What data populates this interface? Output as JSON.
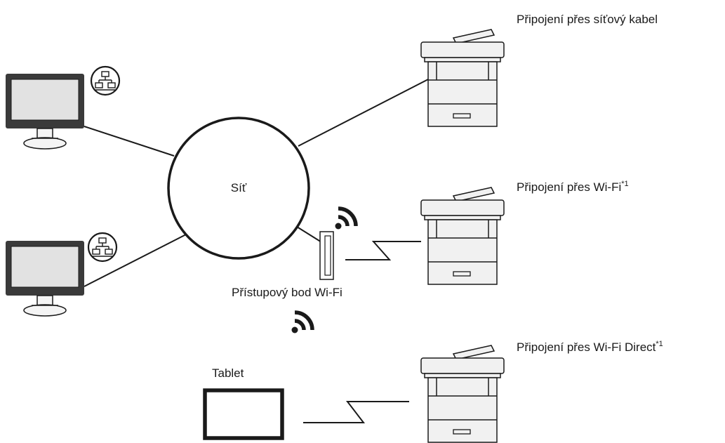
{
  "network_label": "Síť",
  "access_point_label": "Přístupový bod Wi-Fi",
  "tablet_label": "Tablet",
  "connections": [
    {
      "label": "Připojení přes síťový kabel",
      "footnote": ""
    },
    {
      "label": "Připojení přes Wi-Fi",
      "footnote": "*1"
    },
    {
      "label": "Připojení přes Wi-Fi Direct",
      "footnote": "*1"
    }
  ],
  "icons": {
    "computer": "monitor-icon",
    "lan": "lan-network-icon",
    "printer": "printer-icon",
    "wifi": "wifi-signal-icon",
    "access_point": "access-point-icon",
    "tablet": "tablet-icon"
  },
  "colors": {
    "line": "#1a1a1a",
    "screen": "#e2e2e2",
    "printer_fill": "#f1f1f1",
    "bezel": "#3a3a3a"
  }
}
